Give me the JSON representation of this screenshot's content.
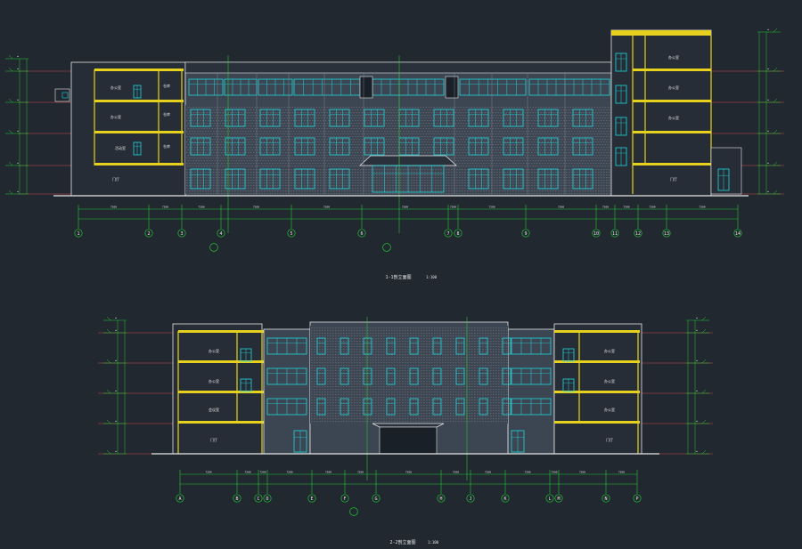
{
  "sheet": {
    "background": "#212830",
    "colors": {
      "outline": "#e6e6e6",
      "window": "#20d8e0",
      "slab": "#e6d21e",
      "dimension": "#22c832",
      "axis": "#ff5050",
      "brick": "#5a5f6a",
      "wall": "#3c4552",
      "magenta": "#d040e0"
    }
  },
  "drawings": [
    {
      "id": "elevation-1",
      "caption": "1-1剖立面图",
      "scale": "1:100",
      "axis_labels": [
        "1",
        "2",
        "3",
        "4",
        "5",
        "6",
        "7",
        "8",
        "9",
        "10",
        "11",
        "12",
        "13",
        "14"
      ],
      "room_labels": [
        "办公室",
        "办公室",
        "活动室",
        "门厅",
        "仓库",
        "办公室",
        "办公室",
        "办公室",
        "门厅"
      ]
    },
    {
      "id": "elevation-2",
      "caption": "2-2剖立面图",
      "scale": "1:100",
      "axis_labels": [
        "A",
        "B",
        "C",
        "D",
        "E",
        "F",
        "G",
        "H",
        "J",
        "K",
        "L",
        "M",
        "N",
        "P"
      ],
      "room_labels": [
        "办公室",
        "办公室",
        "会议室",
        "门厅",
        "办公室",
        "办公室",
        "办公室",
        "门厅"
      ]
    }
  ]
}
